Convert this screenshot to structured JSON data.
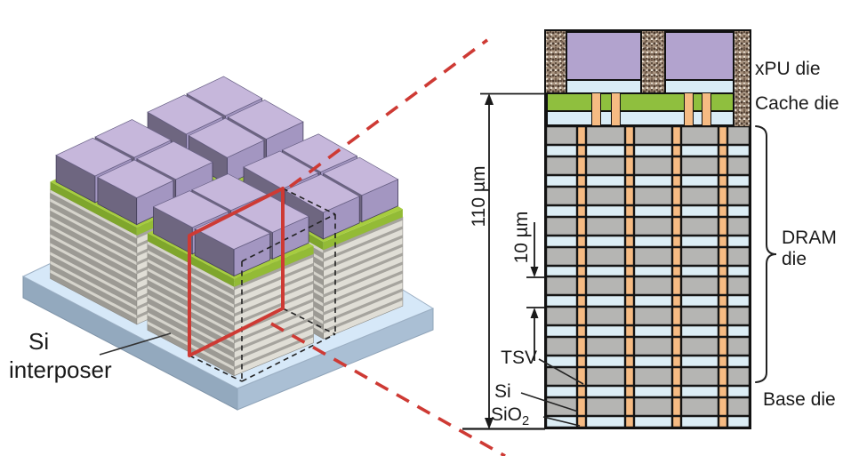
{
  "left_panel": {
    "interposer_label_line1": "Si",
    "interposer_label_line2": "interposer"
  },
  "right_panel": {
    "labels": {
      "xpu": "xPU die",
      "cache": "Cache die",
      "dram_line1": "DRAM",
      "dram_line2": "die",
      "base": "Base die"
    },
    "dimensions": {
      "total_height": "110 µm",
      "die_pitch": "10 µm"
    },
    "materials": {
      "tsv": "TSV",
      "si": "Si",
      "sio2_base": "SiO",
      "sio2_subscript": "2"
    },
    "structure": {
      "dram_layer_count": 10,
      "dram_tsv_columns": 4,
      "cache_tsv_columns": 4,
      "xpu_die_count": 2
    }
  },
  "colors": {
    "si_gray": "#b5b5b3",
    "sio2_blue": "#dcedf5",
    "tsv_orange": "#f6bb83",
    "cache_green": "#8fbf3e",
    "xpu_purple": "#b2a3ce",
    "mold_speckle": "#a8937f",
    "interposer_blue": "#d6e8f8",
    "section_red": "#ce3a34"
  }
}
